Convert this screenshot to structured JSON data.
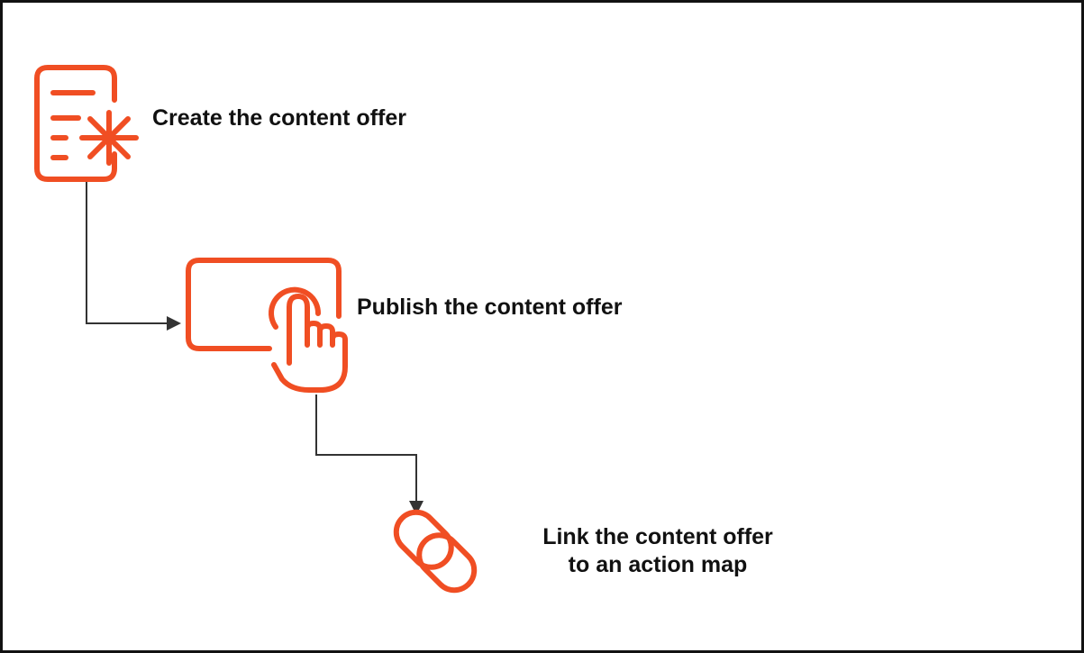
{
  "steps": [
    {
      "icon": "document-sparkle-icon",
      "label": "Create the content offer"
    },
    {
      "icon": "touch-screen-icon",
      "label": "Publish the content offer"
    },
    {
      "icon": "chain-link-icon",
      "label_line1": "Link the content offer",
      "label_line2": "to an action map"
    }
  ],
  "colors": {
    "accent": "#f04e23",
    "connector": "#333333",
    "text": "#111111",
    "border": "#111111"
  }
}
